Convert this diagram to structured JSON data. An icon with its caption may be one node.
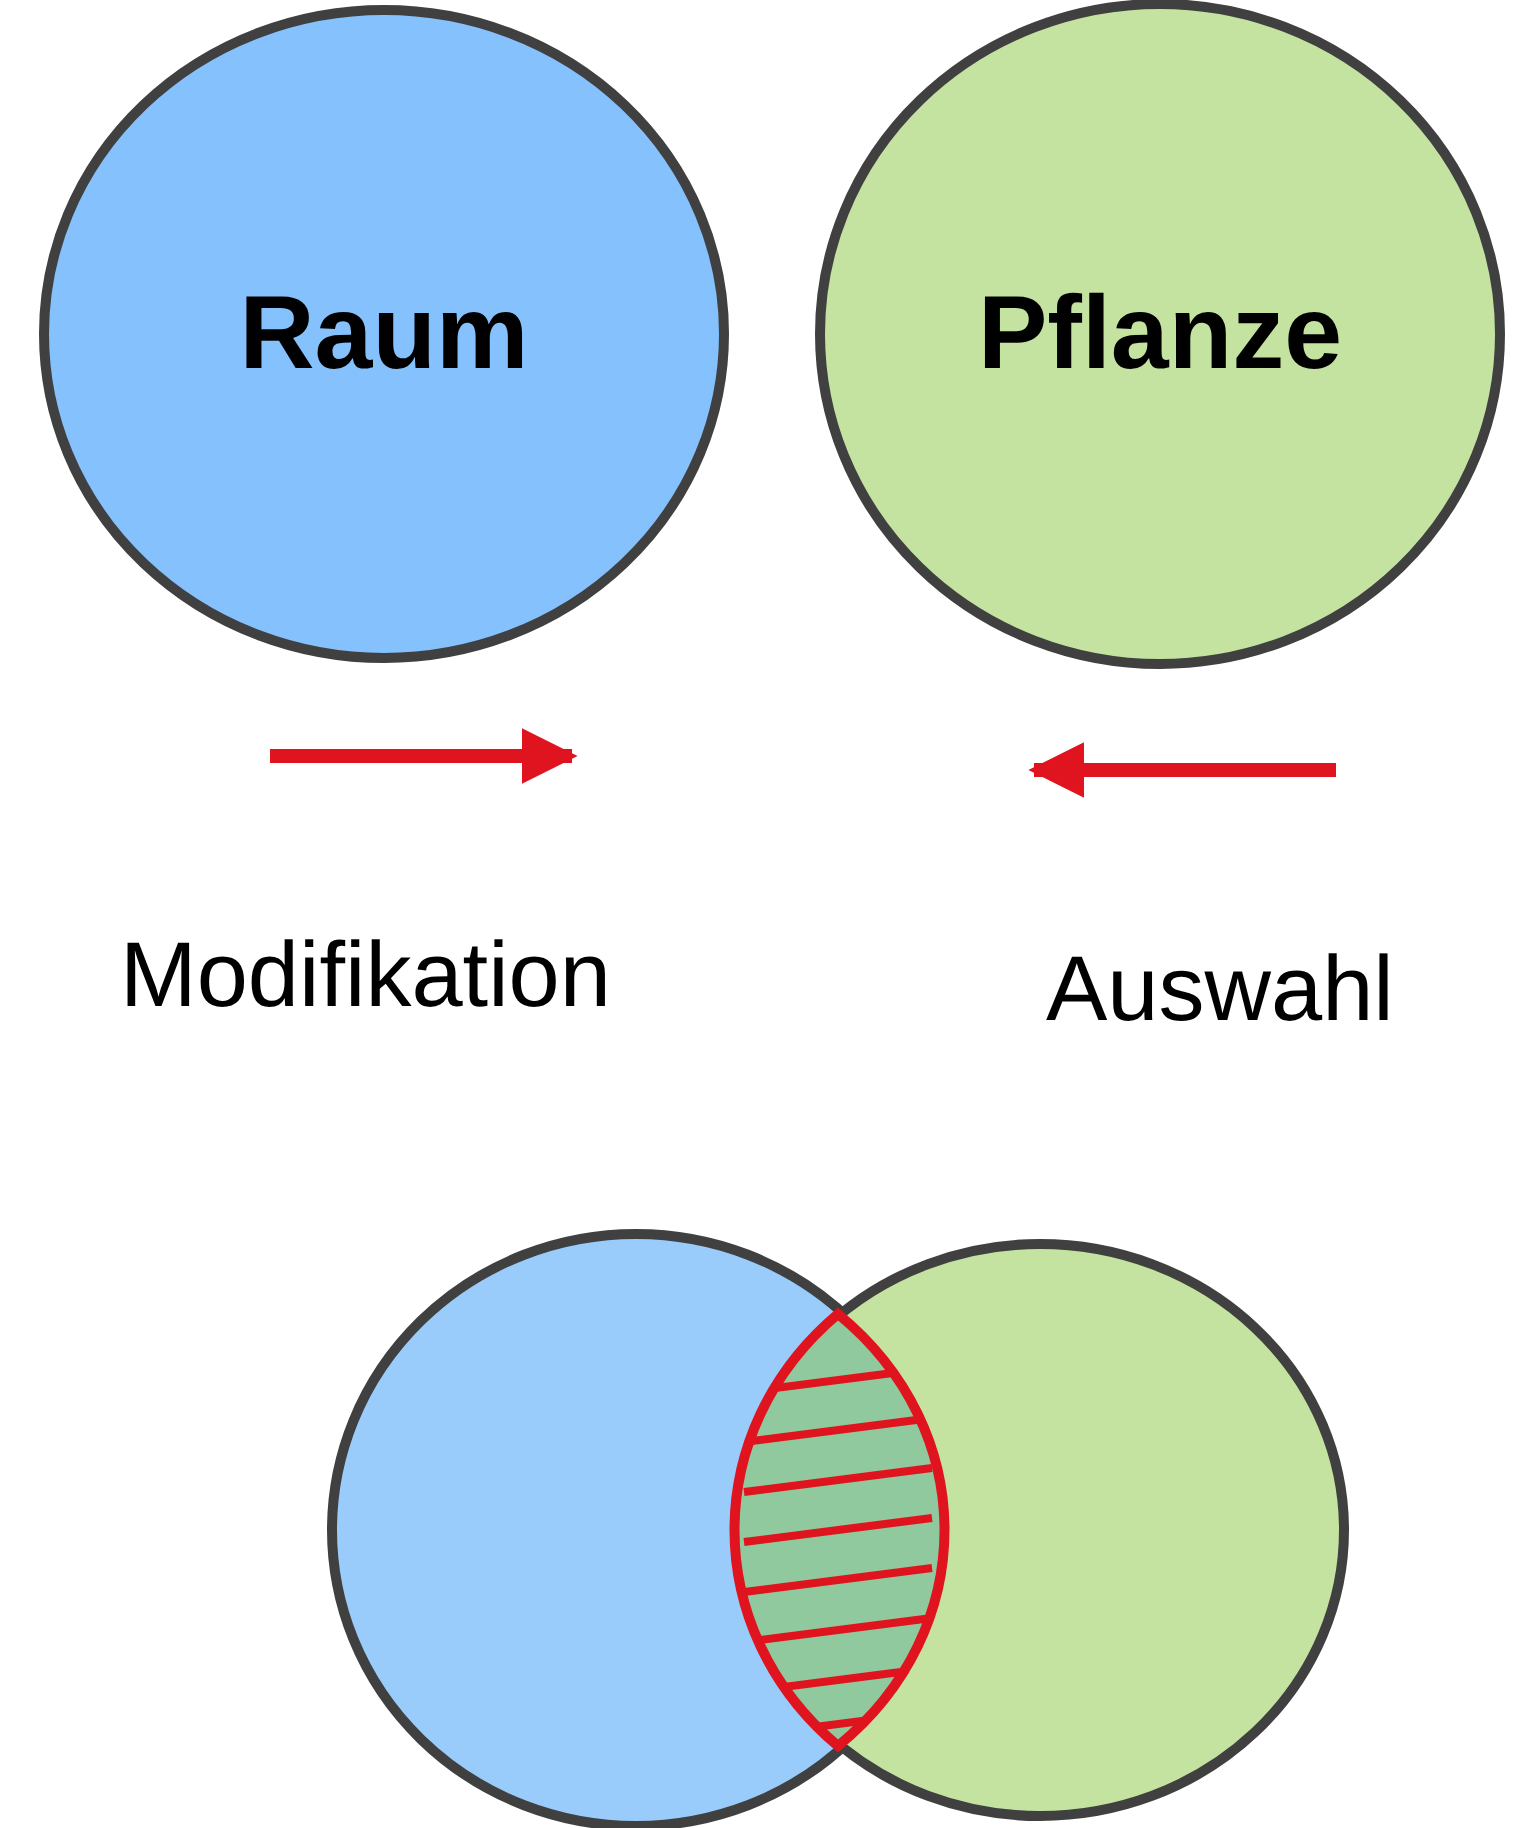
{
  "diagram": {
    "nodes": [
      {
        "text": [
          "Raum"
        ]
      },
      {
        "text": [
          "Pflanze"
        ]
      },
      {
        "text": [],
        "shape": "circle"
      },
      {
        "text": [],
        "shape": "circle"
      }
    ],
    "labels": [
      "Modifikation",
      "Auswahl"
    ]
  }
}
